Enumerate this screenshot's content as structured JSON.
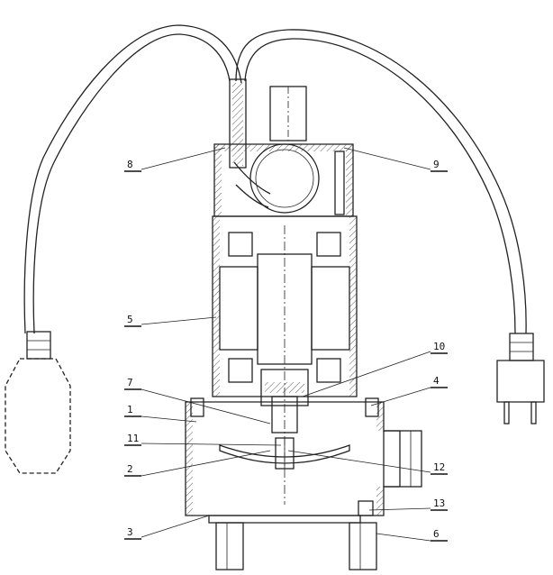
{
  "figure": {
    "callouts": [
      {
        "id": "c1",
        "text": "1"
      },
      {
        "id": "c2",
        "text": "2"
      },
      {
        "id": "c3",
        "text": "3"
      },
      {
        "id": "c4",
        "text": "4"
      },
      {
        "id": "c5",
        "text": "5"
      },
      {
        "id": "c6",
        "text": "6"
      },
      {
        "id": "c7",
        "text": "7"
      },
      {
        "id": "c8",
        "text": "8"
      },
      {
        "id": "c9",
        "text": "9"
      },
      {
        "id": "c10",
        "text": "10"
      },
      {
        "id": "c11",
        "text": "11"
      },
      {
        "id": "c12",
        "text": "12"
      },
      {
        "id": "c13",
        "text": "13"
      }
    ]
  }
}
